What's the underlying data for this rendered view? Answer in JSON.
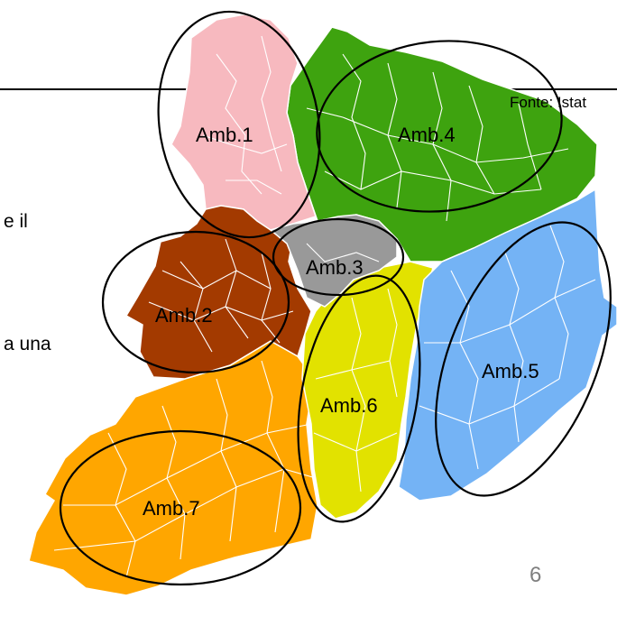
{
  "text_fragments": {
    "fragment_1": "e il",
    "fragment_2": "a una"
  },
  "source": "Fonte: Istat",
  "page_number": "6",
  "areas": [
    {
      "label": "Amb.1",
      "color": "#f7b9bf"
    },
    {
      "label": "Amb.2",
      "color": "#a33a00"
    },
    {
      "label": "Amb.3",
      "color": "#999999"
    },
    {
      "label": "Amb.4",
      "color": "#3ea30f"
    },
    {
      "label": "Amb.5",
      "color": "#74b3f5"
    },
    {
      "label": "Amb.6",
      "color": "#e2e200"
    },
    {
      "label": "Amb.7",
      "color": "#ffa600"
    }
  ]
}
